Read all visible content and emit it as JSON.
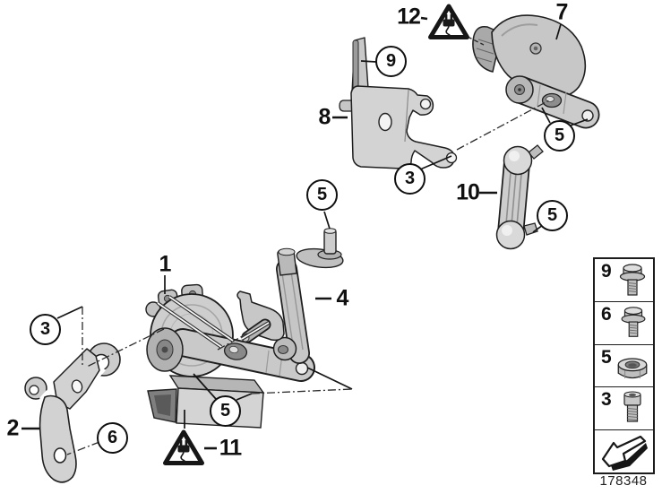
{
  "callouts": {
    "plain": [
      {
        "id": "1",
        "label": "1"
      },
      {
        "id": "2",
        "label": "2"
      },
      {
        "id": "4",
        "label": "4"
      },
      {
        "id": "7",
        "label": "7"
      },
      {
        "id": "8",
        "label": "8"
      },
      {
        "id": "10",
        "label": "10"
      },
      {
        "id": "11",
        "label": "11"
      },
      {
        "id": "12",
        "label": "12"
      }
    ],
    "circled": [
      {
        "id": "9",
        "label": "9"
      },
      {
        "id": "3-upper",
        "label": "3"
      },
      {
        "id": "5-link-pin",
        "label": "5"
      },
      {
        "id": "5-sensor-arm-nut",
        "label": "5"
      },
      {
        "id": "5-rod-nut",
        "label": "5"
      },
      {
        "id": "5-front-arm-nut",
        "label": "5"
      },
      {
        "id": "3-lower",
        "label": "3"
      },
      {
        "id": "6",
        "label": "6"
      }
    ]
  },
  "warnings": {
    "icon": "electrical-plug-warning-triangle-icon",
    "instances": [
      {
        "callout": "12"
      },
      {
        "callout": "11"
      }
    ]
  },
  "legend": {
    "items": [
      {
        "label": "9",
        "icon": "flange-bolt-icon"
      },
      {
        "label": "6",
        "icon": "flange-bolt-icon"
      },
      {
        "label": "5",
        "icon": "hex-nut-icon"
      },
      {
        "label": "3",
        "icon": "socket-head-screw-icon"
      },
      {
        "label": "",
        "icon": "page-turn-arrow-icon"
      }
    ]
  },
  "footer": {
    "drawing_number": "178348"
  },
  "colors": {
    "background": "#ffffff",
    "part_fill": "#cdcdcd",
    "outline": "#1f1f1f"
  }
}
